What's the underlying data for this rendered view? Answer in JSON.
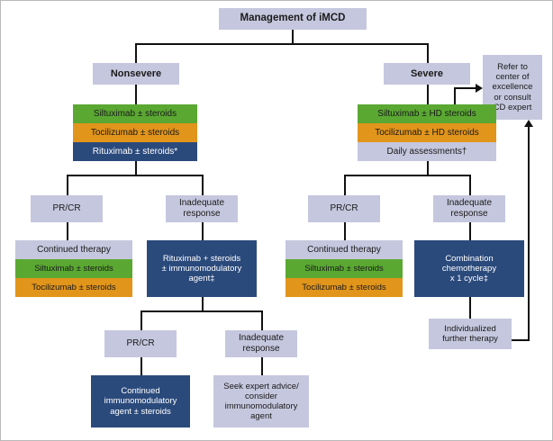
{
  "figure": {
    "title": "Management of iMCD",
    "palette": {
      "lavender": "#c5c7de",
      "green": "#5aa832",
      "orange": "#e2951b",
      "blue": "#2b4a7c",
      "line": "#111111",
      "border": "#b9b9b9",
      "background": "#ffffff"
    }
  },
  "nodes": {
    "root": "Management of iMCD",
    "nonsevere": "Nonsevere",
    "severe": "Severe",
    "refer": "Refer to\ncenter of\nexcellence\nor consult\nCD expert",
    "nonsevere_tx": {
      "siltuximab": "Siltuximab ± steroids",
      "tocilizumab": "Tocilizumab ± steroids",
      "rituximab": "Rituximab ± steroids*"
    },
    "severe_tx": {
      "siltuximab": "Siltuximab ± HD steroids",
      "tocilizumab": "Tocilizumab ± HD steroids",
      "daily": "Daily assessments†"
    },
    "nonsevere_prcr": "PR/CR",
    "nonsevere_inadequate": "Inadequate\nresponse",
    "severe_prcr": "PR/CR",
    "severe_inadequate": "Inadequate\nresponse",
    "nonsevere_continued": {
      "header": "Continued therapy",
      "siltuximab": "Siltuximab ± steroids",
      "tocilizumab": "Tocilizumab ± steroids"
    },
    "severe_continued": {
      "header": "Continued therapy",
      "siltuximab": "Siltuximab ± steroids",
      "tocilizumab": "Tocilizumab ± steroids"
    },
    "rituximab_combo": "Rituximab + steroids\n± immunomodulatory\nagent‡",
    "combination_chemo": "Combination\nchemotherapy\nx 1 cycle‡",
    "individualized": "Individualized\nfurther therapy",
    "bottom_prcr": "PR/CR",
    "bottom_inadequate": "Inadequate\nresponse",
    "continued_immuno": "Continued\nimmunomodulatory\nagent ± steroids",
    "seek_expert": "Seek expert advice/\nconsider\nimmunomodulatory\nagent"
  }
}
